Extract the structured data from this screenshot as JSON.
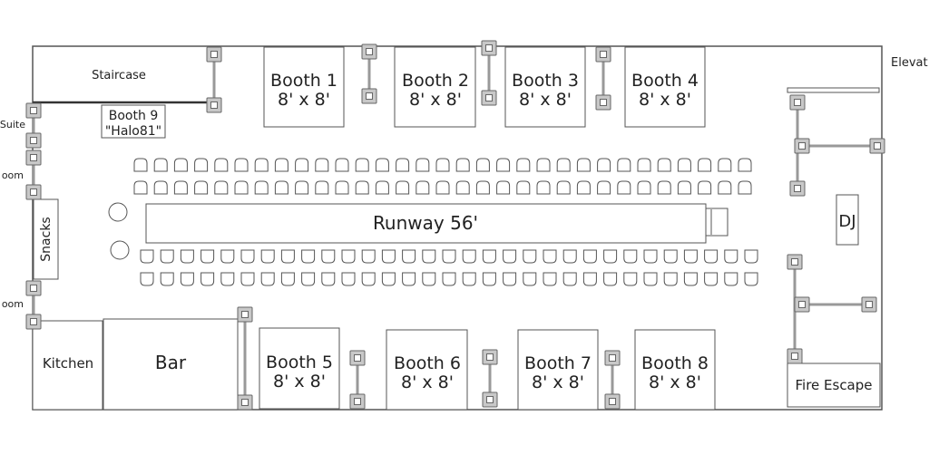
{
  "labels": {
    "staircase": "Staircase",
    "elevator": "Elevat",
    "suite": "Suite",
    "room_upper": "oom",
    "room_lower": "oom",
    "snacks": "Snacks",
    "kitchen": "Kitchen",
    "bar": "Bar",
    "runway": "Runway 56'",
    "dj": "DJ",
    "fire_escape": "Fire Escape"
  },
  "booth9": {
    "name": "Booth 9",
    "sponsor": "\"Halo81\""
  },
  "booths": [
    {
      "name": "Booth 1",
      "size": "8' x 8'"
    },
    {
      "name": "Booth 2",
      "size": "8' x 8'"
    },
    {
      "name": "Booth 3",
      "size": "8' x 8'"
    },
    {
      "name": "Booth 4",
      "size": "8' x 8'"
    },
    {
      "name": "Booth 5",
      "size": "8' x 8'"
    },
    {
      "name": "Booth 6",
      "size": "8' x 8'"
    },
    {
      "name": "Booth 7",
      "size": "8' x 8'"
    },
    {
      "name": "Booth 8",
      "size": "8' x 8'"
    }
  ],
  "seating": {
    "top_row_1": 31,
    "top_row_2": 31,
    "bottom_row_1": 31,
    "bottom_row_2": 31
  },
  "colors": {
    "outline": "#555555",
    "post_fill": "#c8c8c8",
    "text": "#222222"
  }
}
